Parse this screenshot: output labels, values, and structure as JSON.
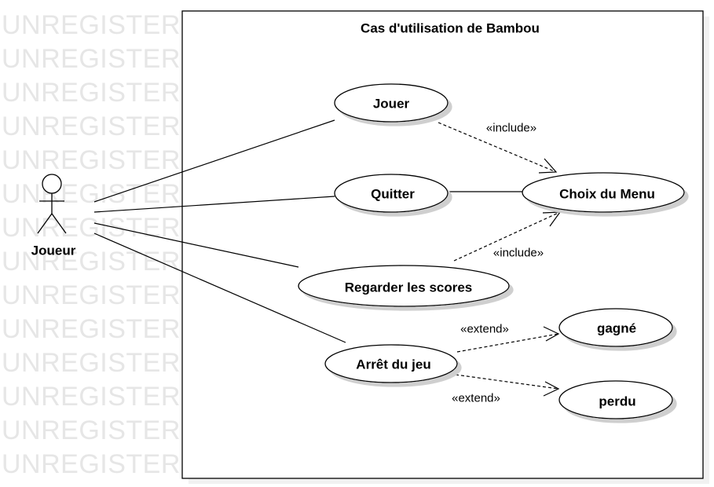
{
  "watermark": {
    "text": "UNREGISTERED",
    "lines": 14
  },
  "diagram": {
    "system_title": "Cas d'utilisation de Bambou",
    "actor": {
      "label": "Joueur"
    },
    "use_cases": {
      "jouer": "Jouer",
      "quitter": "Quitter",
      "choix_menu": "Choix du Menu",
      "regarder_scores": "Regarder les scores",
      "arret_jeu": "Arrêt du jeu",
      "gagne": "gagné",
      "perdu": "perdu"
    },
    "relations": {
      "include_1": "«include»",
      "include_2": "«include»",
      "extend_1": "«extend»",
      "extend_2": "«extend»"
    }
  }
}
